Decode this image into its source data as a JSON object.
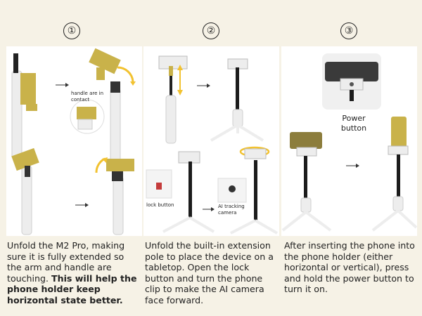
{
  "steps": [
    {
      "number": "①"
    },
    {
      "number": "②"
    },
    {
      "number": "③"
    }
  ],
  "panel1": {
    "label_handle": "handle are in contact"
  },
  "panel2": {
    "label_lock": "lock button",
    "label_tracking": "AI tracking camera"
  },
  "panel3": {
    "label_power": "Power button"
  },
  "captions": [
    {
      "text": "Unfold the M2 Pro, making sure it is fully extended so the arm and handle are touching.",
      "bold": "This will help the phone holder keep horizontal state better."
    },
    {
      "text": "Unfold the built-in extension pole to place the device on a tabletop. Open the lock button and turn the phone clip to make the AI camera face forward.",
      "bold": ""
    },
    {
      "text": "After inserting the phone into the phone holder (either horizontal or vertical),  press and hold the power button to turn it on.",
      "bold": ""
    }
  ],
  "colors": {
    "background": "#f6f2e6",
    "accent_gold": "#c9b24a",
    "phone_olive": "#8c7d3c",
    "pole_dark": "#1c1c1c",
    "body_white": "#efefef",
    "arrow_yellow": "#f2c230"
  }
}
